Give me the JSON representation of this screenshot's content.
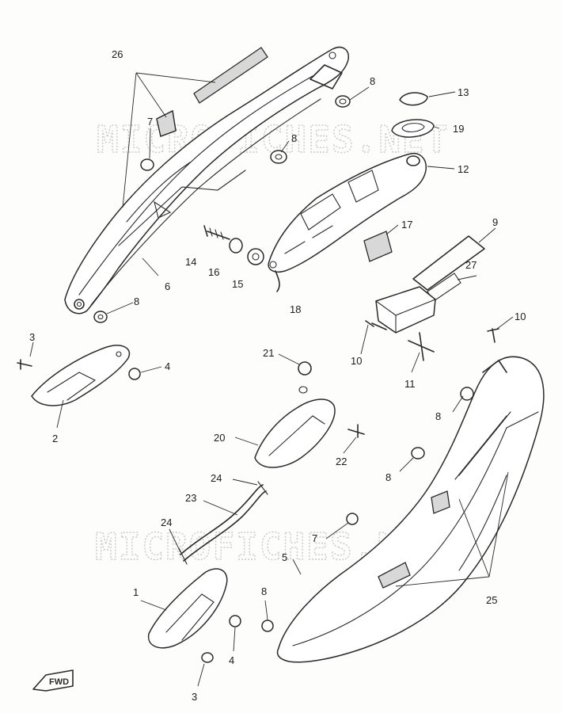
{
  "watermarks": [
    "MICROFICHES.NET",
    "MICROFICHES.NET"
  ],
  "direction_marker": "FWD",
  "callouts": [
    "26",
    "7",
    "8",
    "8",
    "6",
    "8",
    "14",
    "16",
    "15",
    "13",
    "19",
    "12",
    "17",
    "18",
    "9",
    "27",
    "10",
    "11",
    "10",
    "3",
    "4",
    "2",
    "21",
    "20",
    "22",
    "24",
    "23",
    "24",
    "8",
    "8",
    "7",
    "5",
    "25",
    "1",
    "8",
    "4",
    "3"
  ]
}
